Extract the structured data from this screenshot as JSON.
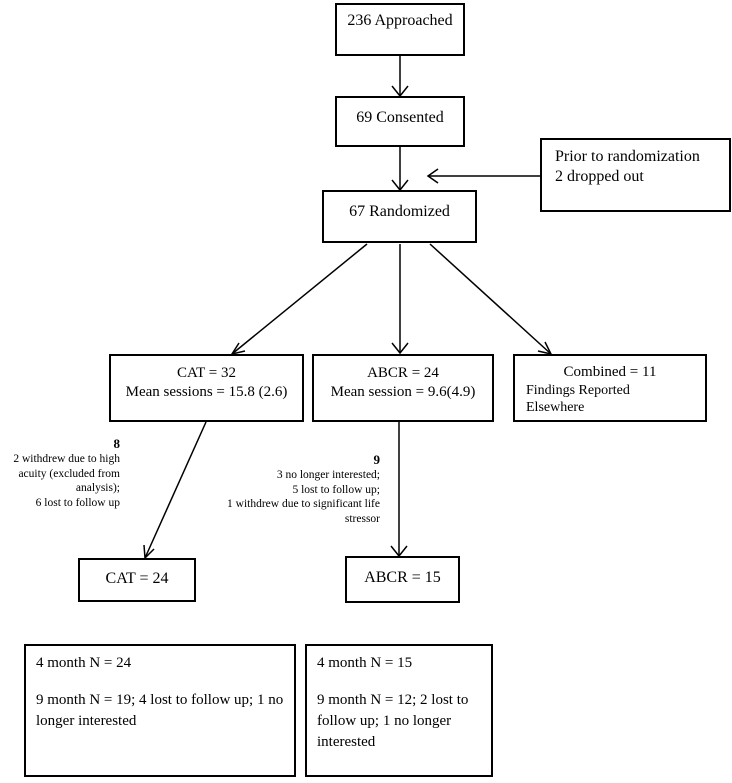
{
  "approached": "236 Approached",
  "consented": "69 Consented",
  "prior_note": {
    "line1": "Prior to randomization",
    "line2": "2 dropped out"
  },
  "randomized": "67 Randomized",
  "cat_group": {
    "title": "CAT = 32",
    "sessions": "Mean sessions = 15.8 (2.6)"
  },
  "abcr_group": {
    "title": "ABCR = 24",
    "sessions": "Mean session = 9.6(4.9)"
  },
  "combined_group": {
    "title": "Combined = 11",
    "line2": "Findings Reported",
    "line3": "Elsewhere"
  },
  "cat_attrition": {
    "count": "8",
    "lines": [
      "2 withdrew due to high",
      "acuity (excluded from",
      "analysis);",
      "6 lost to follow up"
    ]
  },
  "abcr_attrition": {
    "count": "9",
    "lines": [
      "3 no longer interested;",
      "5 lost to follow up;",
      "1 withdrew due to significant life",
      "stressor"
    ]
  },
  "cat_final": "CAT = 24",
  "abcr_final": "ABCR = 15",
  "cat_followup": {
    "line1": "4 month N = 24",
    "line2": "9 month N = 19; 4 lost to follow up; 1 no longer interested"
  },
  "abcr_followup": {
    "line1": "4 month N = 15",
    "line2": "9 month N = 12; 2 lost to follow up; 1 no longer interested"
  }
}
